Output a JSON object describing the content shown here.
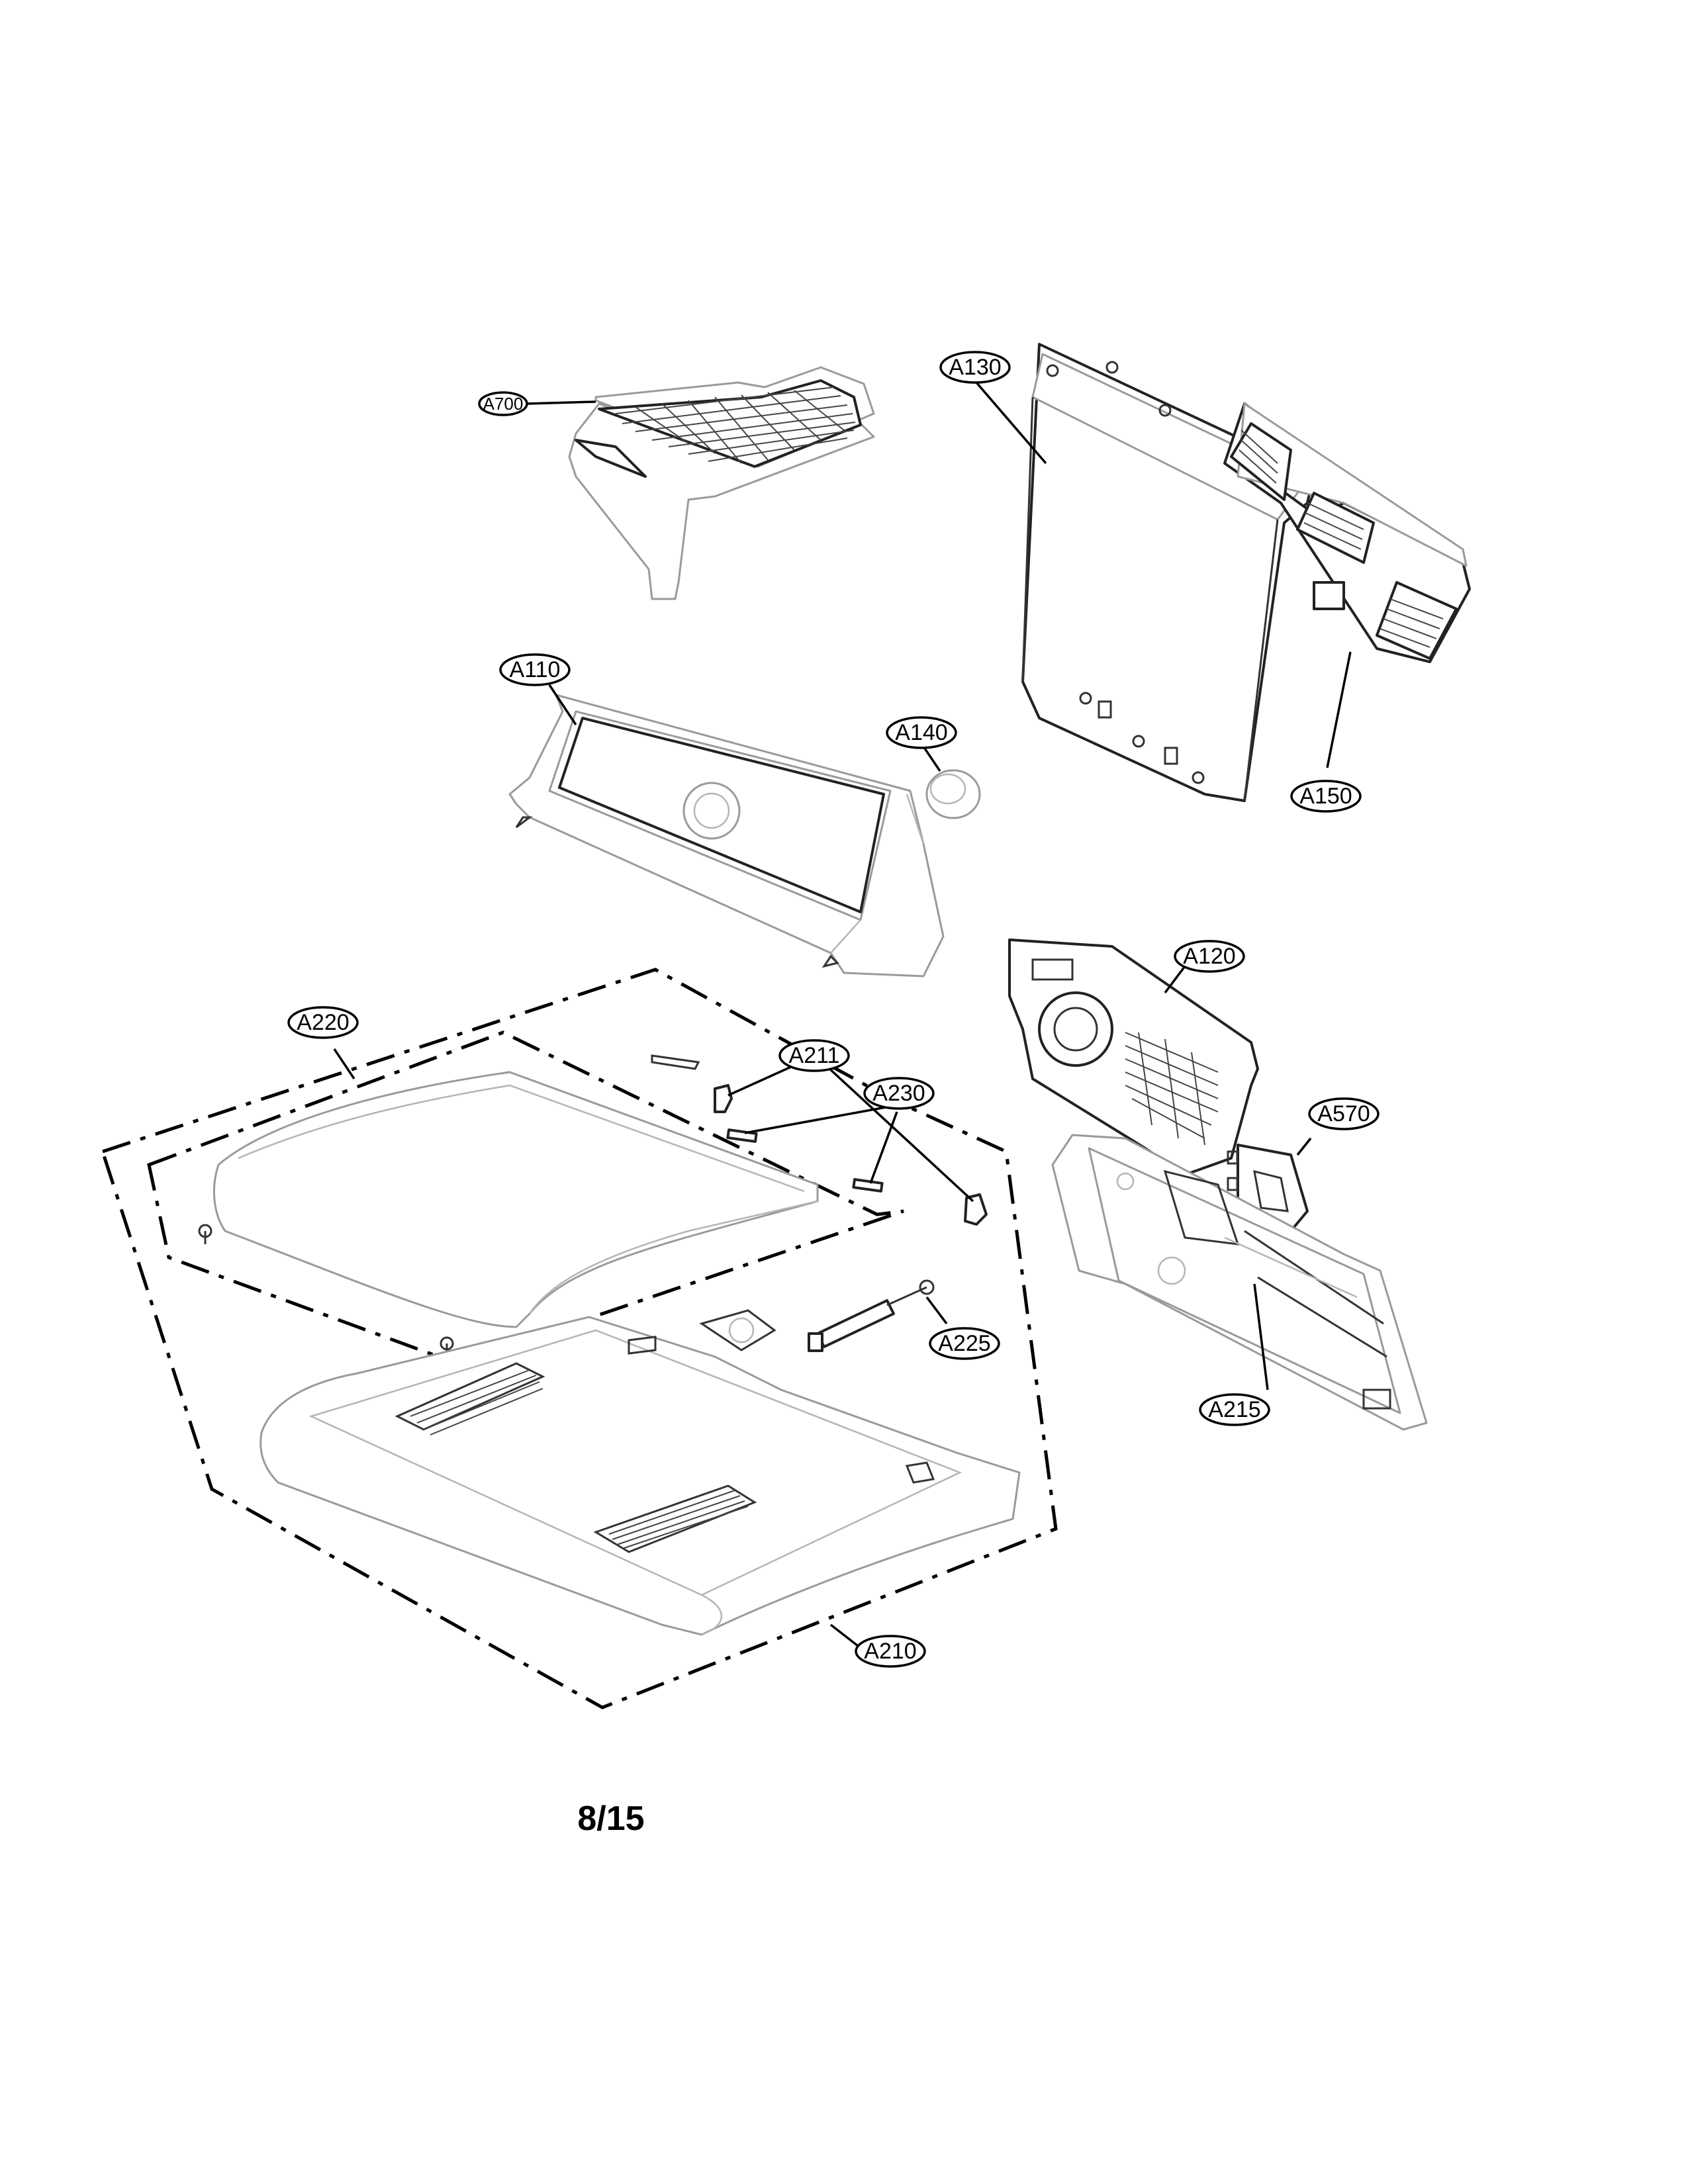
{
  "callouts": {
    "a700": "A700",
    "a130": "A130",
    "a150": "A150",
    "a110": "A110",
    "a140": "A140",
    "a120": "A120",
    "a570": "A570",
    "a220": "A220",
    "a211": "A211",
    "a230": "A230",
    "a225": "A225",
    "a215": "A215",
    "a210": "A210"
  },
  "page_number": "8/15"
}
